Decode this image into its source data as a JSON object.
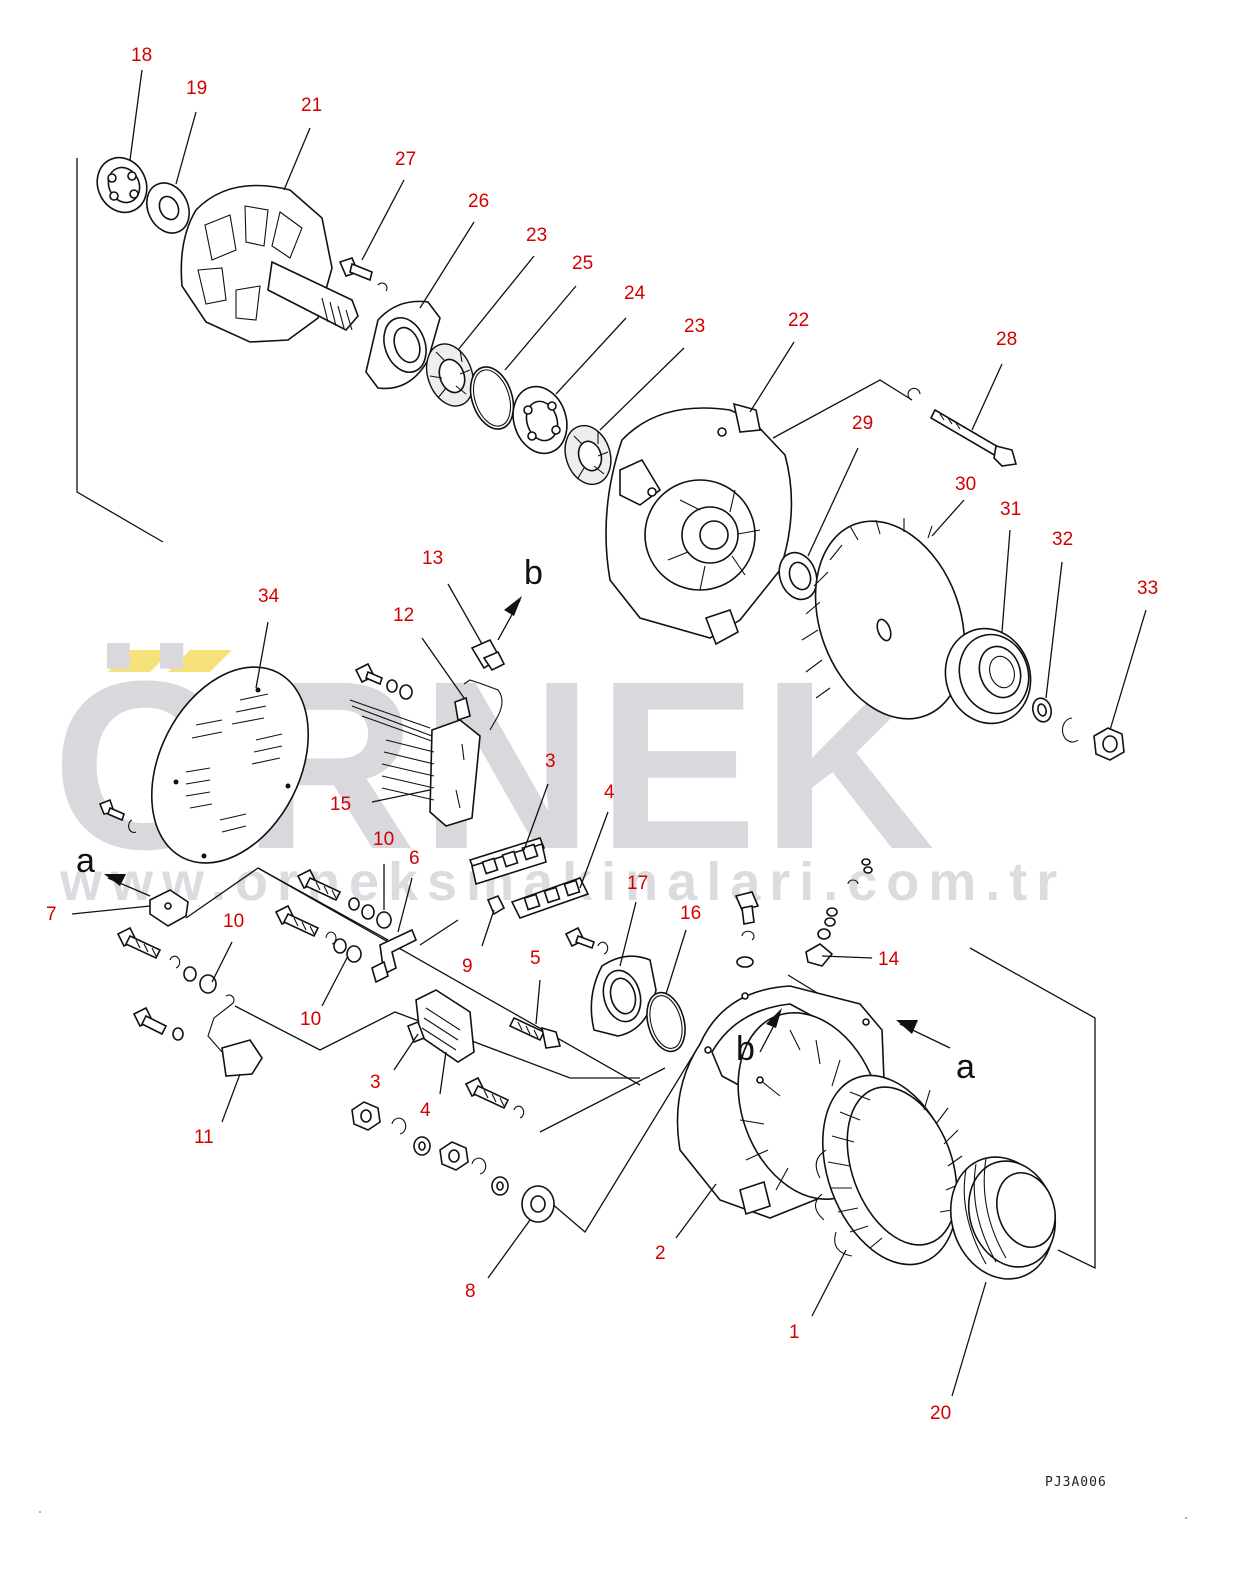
{
  "watermark": {
    "brand": "ÖRNEK",
    "website": "www.orneksmakinalari.com.tr"
  },
  "drawing_code": "PJ3A006",
  "view_letters": [
    "a",
    "b",
    "b",
    "a"
  ],
  "callouts": [
    "18",
    "19",
    "21",
    "27",
    "26",
    "23",
    "25",
    "24",
    "23",
    "22",
    "28",
    "29",
    "30",
    "31",
    "32",
    "33",
    "34",
    "13",
    "12",
    "15",
    "3",
    "4",
    "10",
    "6",
    "17",
    "16",
    "7",
    "10",
    "9",
    "5",
    "14",
    "10",
    "3",
    "4",
    "11",
    "8",
    "2",
    "1",
    "20"
  ],
  "colors": {
    "callout": "#d40000",
    "line": "#111111",
    "watermark": "#d9d8dc",
    "watermark_accent": "#f6e27a"
  }
}
